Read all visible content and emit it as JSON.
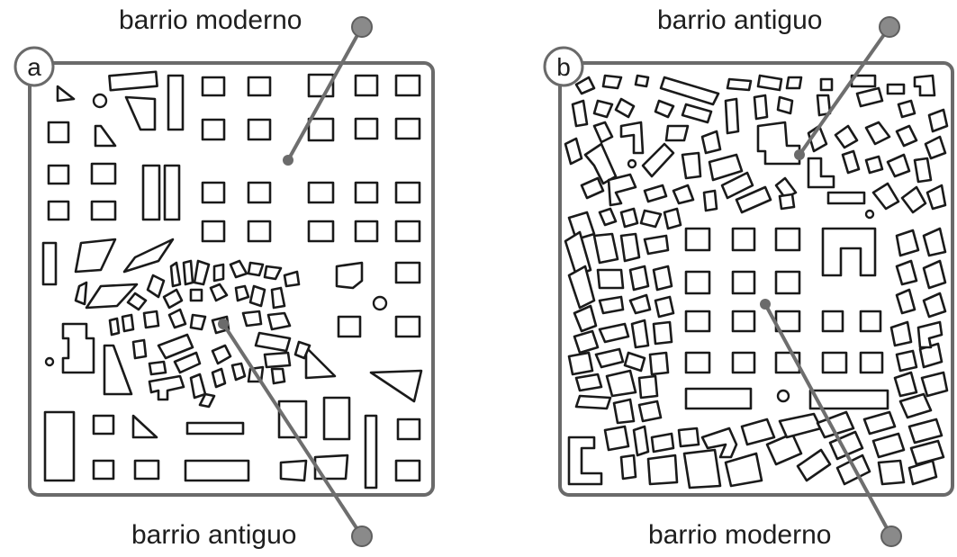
{
  "panel_a": {
    "badge": "a",
    "label_top": "barrio moderno",
    "label_bottom": "barrio antiguo"
  },
  "panel_b": {
    "badge": "b",
    "label_top": "barrio antiguo",
    "label_bottom": "barrio moderno"
  },
  "colors": {
    "frame": "#6a6a6a",
    "pointer": "#8a8a8a",
    "ink": "#1a1a1a"
  }
}
